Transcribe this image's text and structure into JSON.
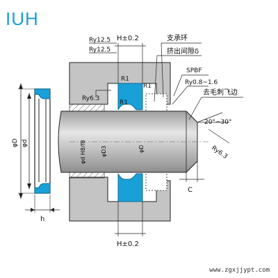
{
  "title": "IUH",
  "watermark": "www.zgxjjypt.com",
  "labels": {
    "tolerance_top": "H±0.2",
    "tolerance_bottom": "H±0.2",
    "ry_1": "Ry12.5",
    "ry_2": "Ry12.5",
    "ry_3": "Ry6.3",
    "ry_4": "Ry0.8~1.6",
    "ry_5": "Ry6.3",
    "support_ring": "支承环",
    "extrusion_gap": "挤出间隙δ",
    "spbf": "SPBF",
    "deburr": "去毛刺飞边",
    "angle": "20°~30°",
    "r1_left": "R1",
    "r1_right": "R1",
    "r1_lower": "R1",
    "shaft_tol": "φd H8/f8",
    "phi_d3": "φD3",
    "phi_d_section": "φD",
    "phi_d_outer": "φD",
    "phi_d_inner": "φd",
    "chamfer": "C",
    "width_h": "h"
  },
  "colors": {
    "seal_blue": "#1aa0d8",
    "housing_gray": "#c4c4c4",
    "shaft_gray": "#bdbdbd",
    "outline": "#222222"
  }
}
